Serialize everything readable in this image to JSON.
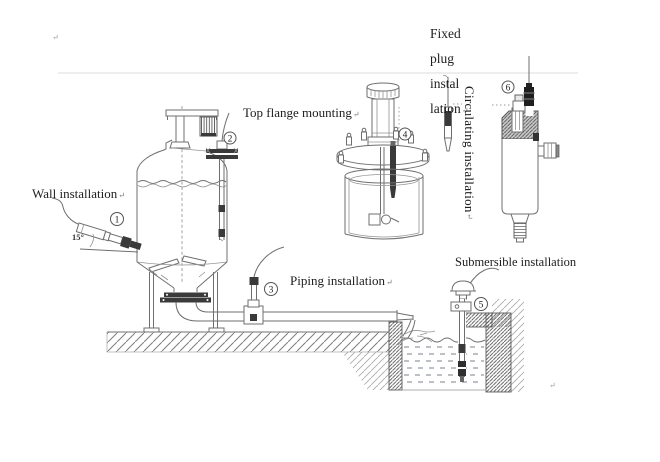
{
  "labels": {
    "wall": "Wall installation",
    "top_flange": "Top flange mounting",
    "fixed_plug_line1": "Fixed",
    "fixed_plug_line2": "plug",
    "fixed_plug_line3": "instal",
    "fixed_plug_line4": "lation",
    "circulating": "Circulating installation",
    "piping": "Piping installation",
    "submersible": "Submersible installation",
    "angle": "15°"
  },
  "callouts": {
    "wall": "1",
    "top_flange": "2",
    "piping": "3",
    "fixed_plug": "4",
    "submersible": "5",
    "circulating": "6"
  },
  "marks": {
    "paragraph": "↵",
    "stray": "↵"
  },
  "colors": {
    "line": "#6f6f6f",
    "dark": "#3a3a3a",
    "text": "#1d1d1d",
    "faint_rule": "#dedede"
  }
}
